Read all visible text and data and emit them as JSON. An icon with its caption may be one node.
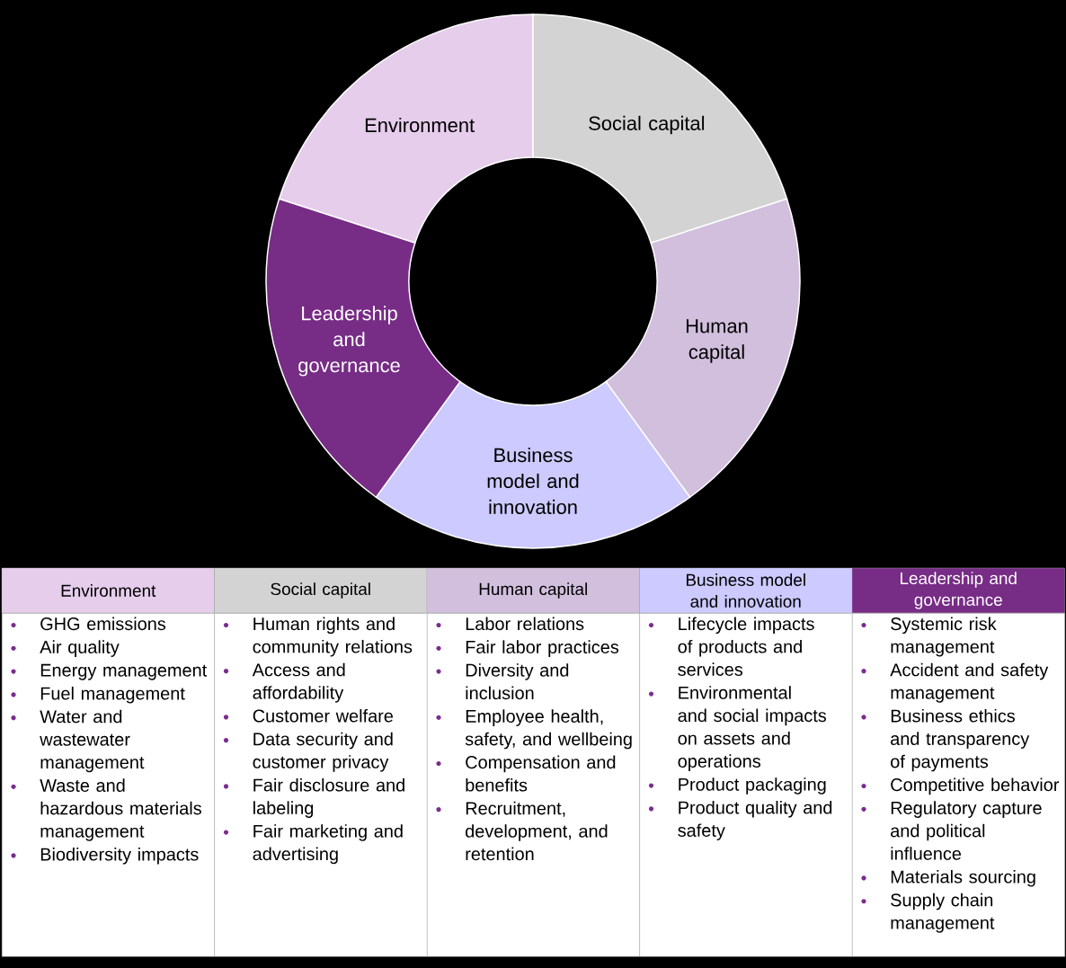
{
  "diagram": {
    "nodes": [
      {
        "text": [
          "Environment"
        ]
      },
      {
        "text": [
          "Social capital"
        ]
      },
      {
        "text": [
          "Human capital"
        ]
      },
      {
        "text": [
          "Business model and innovation"
        ]
      },
      {
        "text": [
          "Leadership and governance"
        ]
      },
      {
        "text": [
          "Environment"
        ]
      },
      {
        "text": [
          "Social capital"
        ]
      },
      {
        "text": [
          "Human capital"
        ]
      },
      {
        "text": [
          "Business model and innovation"
        ]
      },
      {
        "text": [
          "Leadership and governance"
        ]
      },
      {
        "text": [
          "GHG emissions",
          "Air quality",
          "Energy management",
          "Fuel management",
          "Water and wastewater management",
          "Waste and hazardous materials management",
          "Biodiversity impacts"
        ]
      },
      {
        "text": [
          "Human rights and community relations",
          "Access and affordability",
          "Customer welfare",
          "Data security and customer privacy",
          "Fair disclosure and labeling",
          "Fair marketing and advertising"
        ]
      },
      {
        "text": [
          "Labor relations",
          "Fair labor practices",
          "Diversity and inclusion",
          "Employee health, safety, and wellbeing",
          "Compensation and benefits",
          "Recruitment, development, and retention"
        ]
      },
      {
        "text": [
          "Lifecycle impacts of products and services",
          "Environmental and social impacts on assets and operations",
          "Product packaging",
          "Product quality and safety"
        ]
      },
      {
        "text": [
          "Systemic risk management",
          "Accident and safety management",
          "Business ethics and transparency of payments",
          "Competitive behavior",
          "Regulatory capture and political influence",
          "Materials sourcing",
          "Supply chain management"
        ]
      }
    ],
    "edges": []
  }
}
